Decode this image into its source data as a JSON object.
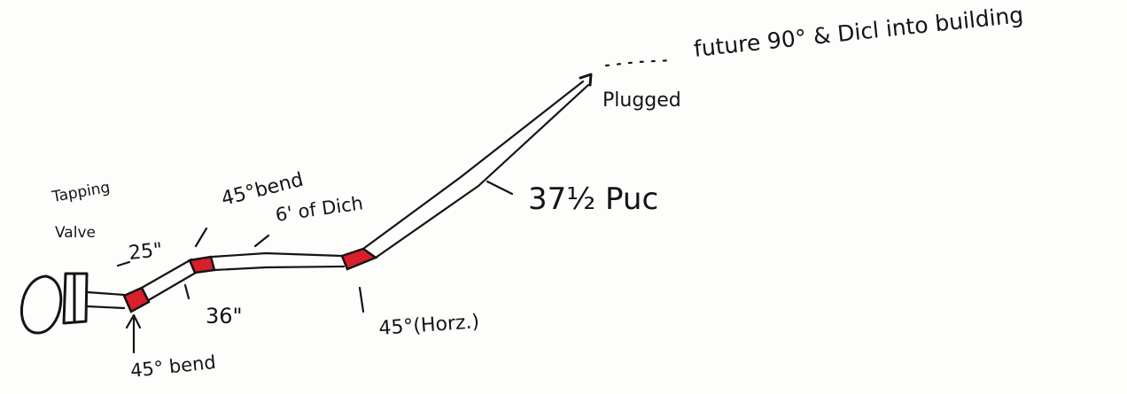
{
  "colors": {
    "ink": "#141414",
    "paper": "#fdfdfb",
    "fitting": "#d81f2a"
  },
  "labels": {
    "future_note": "future 90° & Dicl into building",
    "plugged": "Plugged",
    "pipe_length": "37½ Puc",
    "tapping_valve_line1": "Tapping",
    "tapping_valve_line2": "Valve",
    "dim_25": "25\"",
    "bend_45_top_line1": "45°bend",
    "ditch": "6' of Dich",
    "dim_36": "36\"",
    "bend_45_horz": "45°(Horz.)",
    "bend_45_bottom": "45° bend"
  }
}
